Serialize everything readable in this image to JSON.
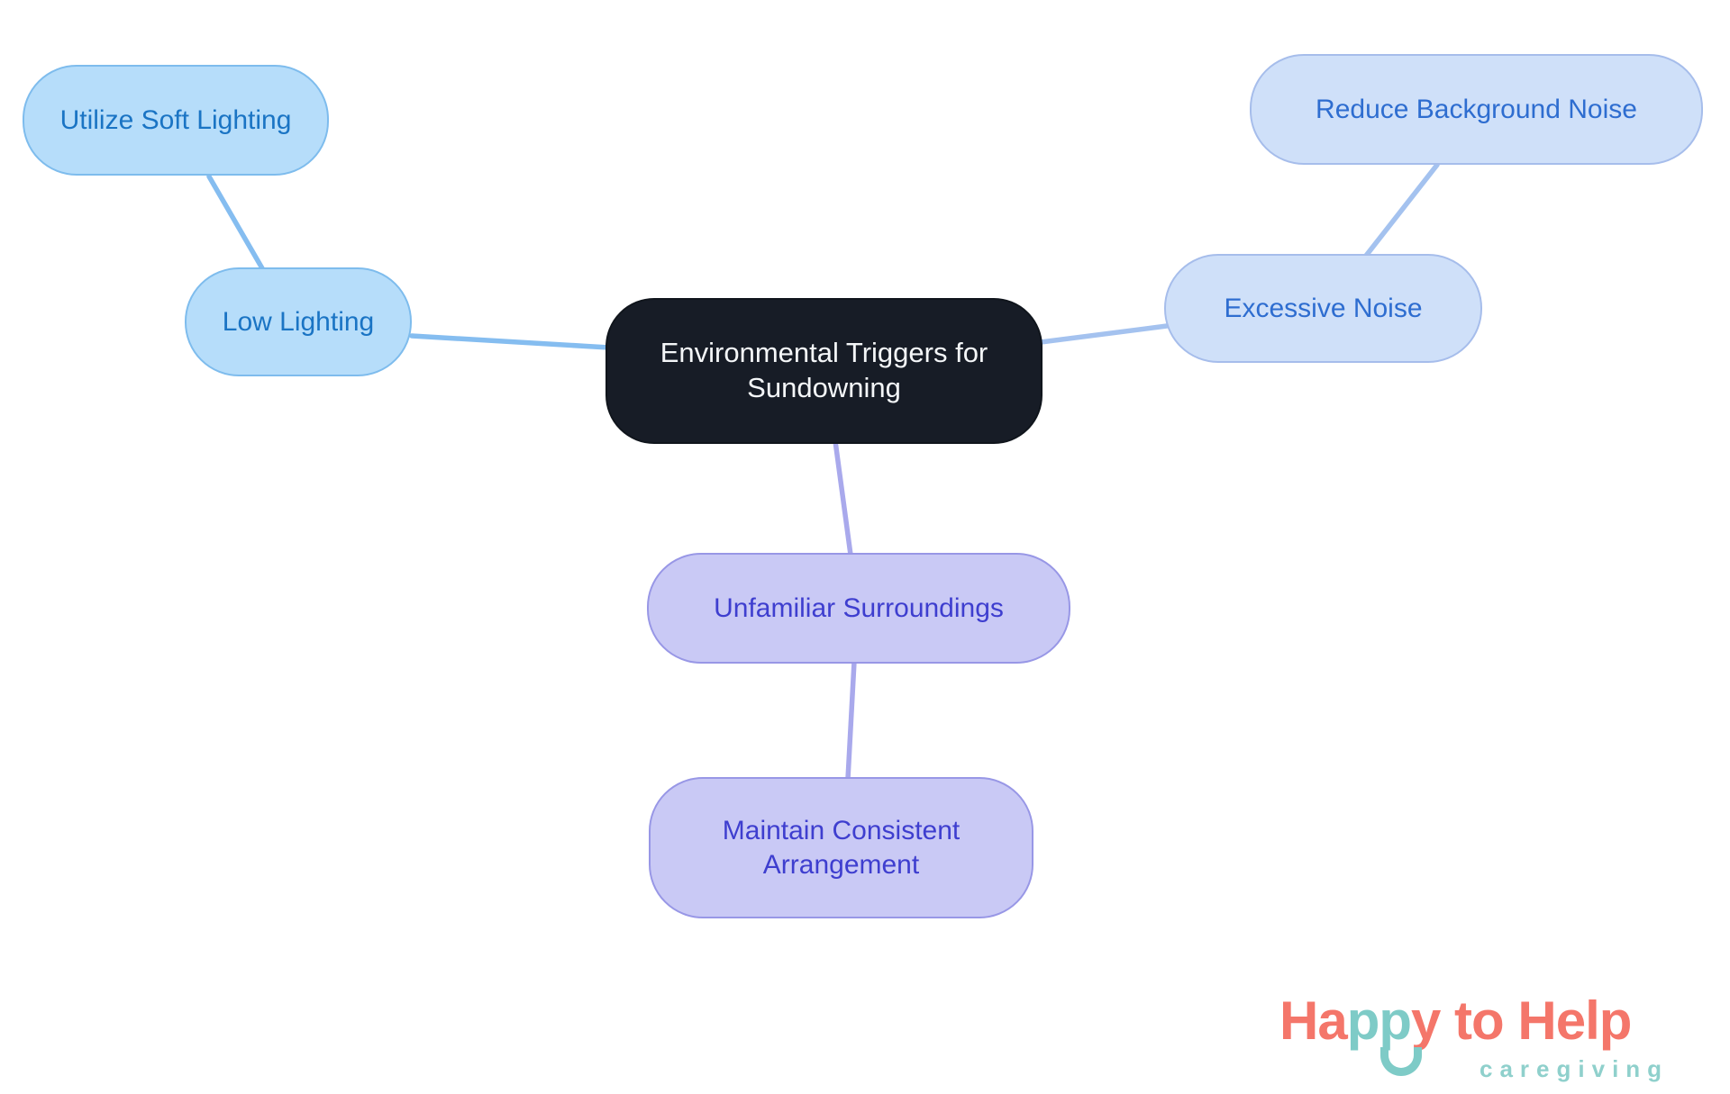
{
  "nodes": {
    "central": {
      "label": "Environmental Triggers for Sundowning"
    },
    "low_lighting": {
      "label": "Low Lighting"
    },
    "utilize_soft_lighting": {
      "label": "Utilize Soft Lighting"
    },
    "excessive_noise": {
      "label": "Excessive Noise"
    },
    "reduce_background_noise": {
      "label": "Reduce Background Noise"
    },
    "unfamiliar_surroundings": {
      "label": "Unfamiliar Surroundings"
    },
    "maintain_consistent_arrangement": {
      "label": "Maintain Consistent Arrangement"
    }
  },
  "logo": {
    "word_ha": "Ha",
    "word_pp": "pp",
    "word_y": "y",
    "word_to": " to ",
    "word_help": "Help",
    "subtitle": "caregiving"
  },
  "colors": {
    "central_fill": "#171c26",
    "central_text": "#f4f6f8",
    "branch_blue_fill": "#b6ddfa",
    "branch_blue_border": "#7ebced",
    "branch_blue_text": "#1a74c4",
    "branch_blue2_fill": "#cfe0f9",
    "branch_blue2_border": "#a6bdeb",
    "branch_blue2_text": "#2e6dd0",
    "branch_purple_fill": "#c9c9f5",
    "branch_purple_border": "#9897e6",
    "branch_purple_text": "#3e3ecf",
    "edge_blue": "#85bdf0",
    "edge_blue_soft": "#a4c2ef",
    "edge_purple": "#a9a9ec",
    "logo_coral": "#f4766a",
    "logo_teal": "#7ecbc7"
  }
}
